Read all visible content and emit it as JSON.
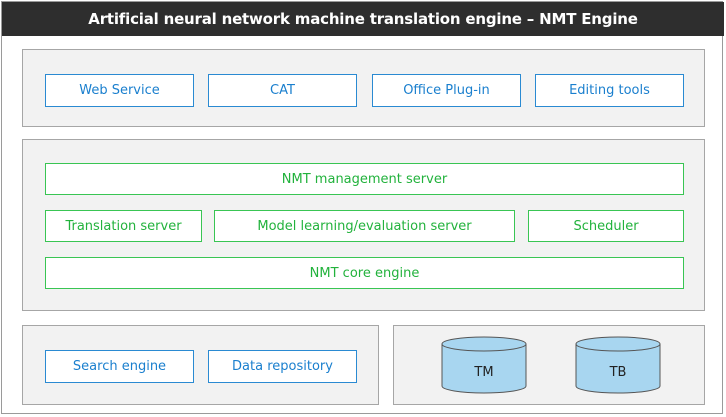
{
  "title": "Artificial neural network machine translation engine – NMT Engine",
  "client_tools": [
    "Web Service",
    "CAT",
    "Office Plug-in",
    "Editing tools"
  ],
  "server_layer": {
    "management": "NMT management server",
    "translation": "Translation server",
    "model": "Model learning/evaluation server",
    "scheduler": "Scheduler",
    "core": "NMT core engine"
  },
  "data_layer": {
    "search": "Search engine",
    "repository": "Data repository"
  },
  "databases": [
    "TM",
    "TB"
  ],
  "colors": {
    "title_bg": "#2e2e2e",
    "client_border": "#2a8ad2",
    "server_border": "#39c553",
    "db_fill": "#a8d6f0"
  }
}
